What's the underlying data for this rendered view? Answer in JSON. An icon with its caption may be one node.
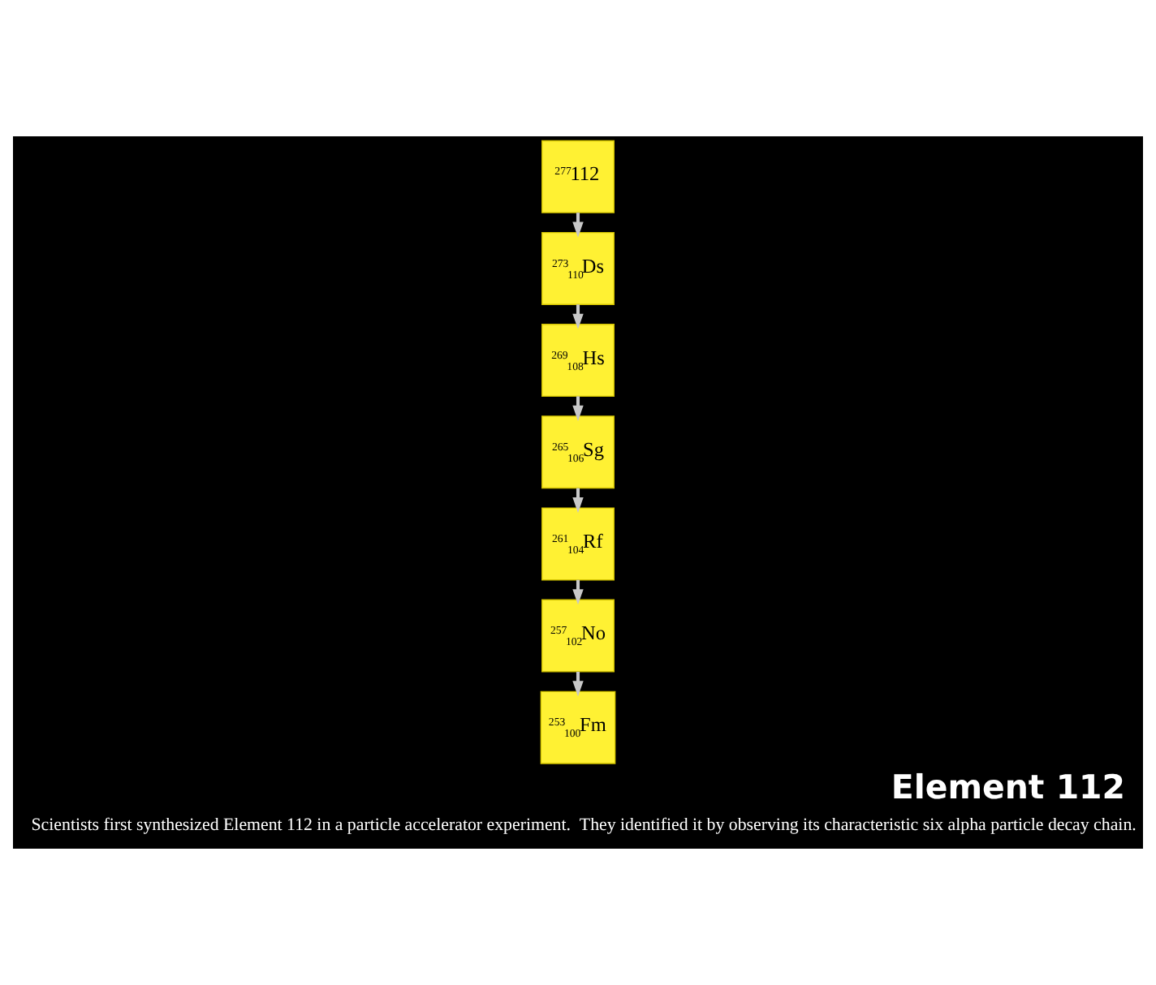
{
  "diagram": {
    "title": "Element 112",
    "caption": "Scientists first synthesized Element 112 in a particle accelerator experiment.  They identified it by observing its characteristic six alpha particle decay chain.",
    "nodes": [
      {
        "text": [
          "$^{277}$112"
        ]
      },
      {
        "text": [
          "$^{273}$$_{110}$Ds"
        ]
      },
      {
        "text": [
          "$^{269}$$_{108}$Hs"
        ]
      },
      {
        "text": [
          "$^{265}$$_{106}$Sg"
        ]
      },
      {
        "text": [
          "$^{261}$$_{104}$Rf"
        ]
      },
      {
        "text": [
          "$^{257}$$_{102}$No"
        ]
      },
      {
        "text": [
          "$^{253}$$_{100}$Fm"
        ]
      }
    ],
    "edges": [
      {
        "from": 0,
        "to": 1,
        "arrow": "to"
      },
      {
        "from": 1,
        "to": 2,
        "arrow": "to"
      },
      {
        "from": 2,
        "to": 3,
        "arrow": "to"
      },
      {
        "from": 3,
        "to": 4,
        "arrow": "to"
      },
      {
        "from": 4,
        "to": 5,
        "arrow": "to"
      },
      {
        "from": 5,
        "to": 6,
        "arrow": "to"
      }
    ]
  }
}
